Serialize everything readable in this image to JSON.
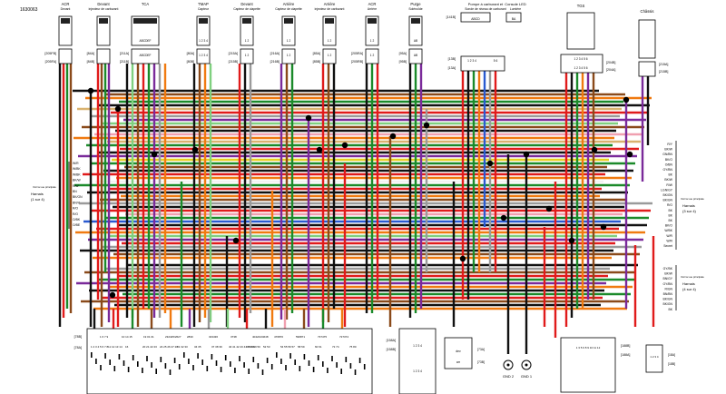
{
  "document_id": "1630063",
  "top_connectors": [
    {
      "id": "acr_devant",
      "title": "ACR",
      "subtitle": "Devant",
      "codes": [
        "[205FB]",
        "[205FA]"
      ]
    },
    {
      "id": "devant_carb",
      "title": "Devant",
      "subtitle": "injecteur de carburant",
      "codes": [
        "[84A]",
        "[84B]"
      ]
    },
    {
      "id": "tca",
      "title": "TCA",
      "subtitle": "",
      "codes": [
        "[211A]",
        "[211B]"
      ],
      "pins": [
        "ABCDEF",
        "ABCDEF"
      ]
    },
    {
      "id": "tmap",
      "title": "TMAP",
      "subtitle": "Capteur",
      "codes": [
        "[80A]",
        "[80B]"
      ],
      "pins": [
        "1 2 3 4",
        "1 2 3 4"
      ]
    },
    {
      "id": "devant_cap",
      "title": "Devant",
      "subtitle": "Capteur de clapette",
      "codes": [
        "[215A]",
        "[215B]"
      ],
      "pins": [
        "1 2",
        "1 2"
      ]
    },
    {
      "id": "arriere_cap",
      "title": "Arrière",
      "subtitle": "Capteur de clapette",
      "codes": [
        "[216A]",
        "[216B]"
      ],
      "pins": [
        "1 2",
        "1 2"
      ]
    },
    {
      "id": "arriere_inj",
      "title": "Arrière",
      "subtitle": "injecteur de carburant",
      "codes": [
        "[85A]",
        "[85B]"
      ],
      "pins": [
        "1 2",
        "1 2"
      ]
    },
    {
      "id": "acr_arriere",
      "title": "ACR",
      "subtitle": "Arrière",
      "codes": [
        "[205RA]",
        "[205RB]"
      ],
      "pins": [
        "1 2",
        "1 2"
      ]
    },
    {
      "id": "purge",
      "title": "Purge",
      "subtitle": "Solénoïde",
      "codes": [
        "[95A]",
        "[95B]"
      ],
      "pins": [
        "AB",
        "AB"
      ]
    }
  ],
  "pump_block": {
    "title": "Pompe à carburant et",
    "subtitle": "Sonde de niveau de carburant",
    "console": "Console LED",
    "console_sub": "Lumière",
    "codes_left": [
      "[141B]",
      "[13B]",
      "[13A]"
    ],
    "pins": [
      "ABCD",
      "1 2 3 4",
      "5 6"
    ],
    "console_pins": [
      "BA"
    ]
  },
  "tgs": {
    "title": "TGS",
    "codes": [
      "[204B]",
      "[204A]"
    ],
    "pins": [
      "1 2 3 4 5 6",
      "1 2 3 4 5 6"
    ]
  },
  "chassis": {
    "title": "Châssis",
    "subtitle": "",
    "codes": [
      "[215A]",
      "[215B]"
    ]
  },
  "harness_left": {
    "note": "Voir la vue principale",
    "label": "Harnais (1 sur 4)",
    "wires": [
      "W/R",
      "W/BK",
      "W/BK",
      "BK/W",
      "R/W",
      "BN",
      "BK/GN",
      "BN/Y",
      "R/O",
      "R/O",
      "O/BK",
      "O/BE"
    ]
  },
  "harness_right_top": {
    "note": "Voir la vue principale",
    "label": "Harnais (3 sur 4)",
    "wires": [
      "R/Y",
      "BK/W",
      "GN/BN",
      "BK/O",
      "O/BN",
      "GY/BN",
      "BK",
      "BK/W",
      "R/W",
      "LGN/GY",
      "BK/GN",
      "BK/GN",
      "R/O",
      "BK",
      "BK",
      "BK",
      "BK/O",
      "W/BK",
      "W/R",
      "W/R",
      "Secret"
    ]
  },
  "harness_right_mid": {
    "note": "Voir la vue principale",
    "label": "Harnais (4 sur 4)",
    "wires": [
      "GY/BK",
      "BK/W",
      "BN/GY",
      "GY/BN",
      "R/GN",
      "BN/BN",
      "BK/GN",
      "BK/GN",
      "BK"
    ]
  },
  "ecm": {
    "code_top": "[78B]",
    "code_bot": "[78A]",
    "pin_row": [
      "1 2 3 4 5 6 7 8",
      "11 12 13 14",
      "16",
      "20 21 22 23",
      "24 25 26 27 28",
      "31 32 33",
      "34 35",
      "37 38 39",
      "40 41 42 43 44 45 46",
      "47 48 49 50",
      "52 53",
      "54 55 56 57",
      "58 59",
      "60 61",
      "72 74",
      "75 80"
    ],
    "header_row": [
      "1 6 7 9",
      "10 14 15",
      "19 01 01",
      "232425/2627",
      "2830",
      "323436",
      "3738",
      "404244/4648",
      "476870",
      "596871",
      "737475",
      "727374"
    ]
  },
  "mid_block": {
    "codes": [
      "[158A]",
      "[158B]"
    ],
    "pins": [
      "1 2 3 4",
      "1 2 3 4"
    ],
    "sub": [
      "dev",
      "arr"
    ]
  },
  "grounds": {
    "labels": [
      "GND 2",
      "GND 1"
    ],
    "codes": [
      "[73A]",
      "[73B]"
    ]
  },
  "bottom_right": {
    "codes": [
      "[188B]",
      "[188A]"
    ],
    "pins": [
      "1 3 5 6 8 9 10 11 12",
      "1 2 3 4"
    ],
    "second": [
      "[18A]",
      "[18B]"
    ]
  }
}
